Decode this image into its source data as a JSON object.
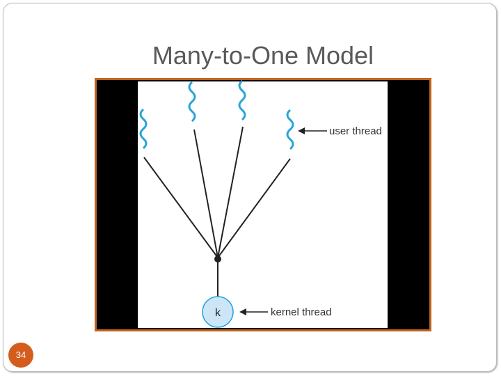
{
  "slide": {
    "title": "Many-to-One Model",
    "page_number": "34"
  },
  "diagram": {
    "user_thread_label": "user thread",
    "kernel_thread_label": "kernel thread",
    "kernel_node_label": "k",
    "user_thread_count": 4,
    "colors": {
      "thread_squiggle": "#29a3d8",
      "kernel_node_fill": "#cde6f7",
      "frame_border": "#c0651f",
      "badge": "#d45d1e"
    }
  }
}
